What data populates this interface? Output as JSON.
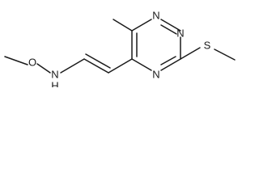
{
  "molecule": {
    "atoms": {
      "oxygen": "O",
      "nh": "N",
      "nh_h": "H",
      "ring_n1": "N",
      "ring_n2": "N",
      "ring_n4": "N",
      "sulfur": "S"
    }
  },
  "colors": {
    "bond": "#1a1a1a",
    "label": "#1a1a1a",
    "background": "#ffffff"
  }
}
